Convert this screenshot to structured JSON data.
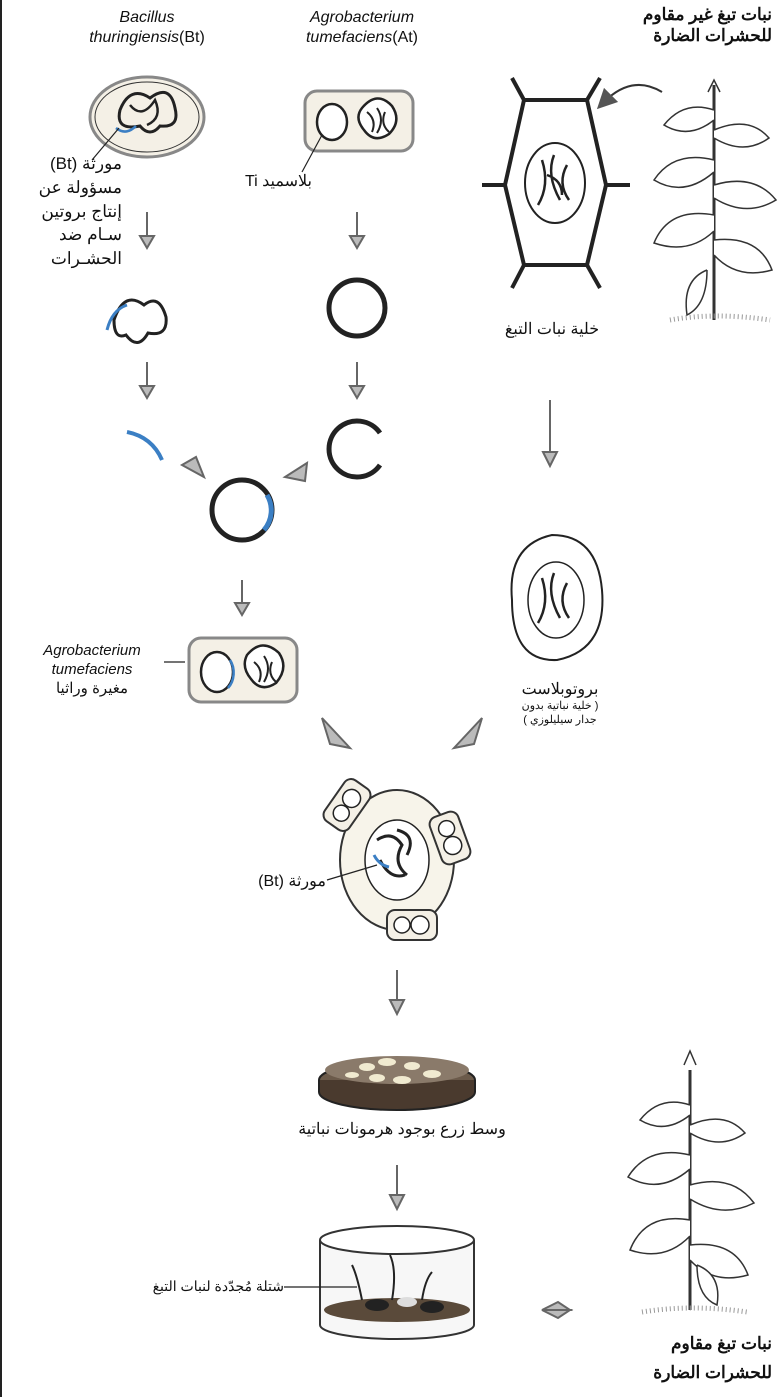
{
  "labels": {
    "bt_name_italic": "Bacillus",
    "bt_name_italic2": "thuringiensis",
    "bt_abbr": "(Bt)",
    "at_name_italic": "Agrobacterium",
    "at_name_italic2": "tumefaciens",
    "at_abbr": "(At)",
    "plant_top_line1": "نبات تبغ غير مقاوم",
    "plant_top_line2": "للحشرات الضارة",
    "bt_gene_line1": "مورثة (Bt)",
    "bt_gene_line2": "مسؤولة عن",
    "bt_gene_line3": "إنتاج بروتين",
    "bt_gene_line4": "سـام ضد",
    "bt_gene_line5": "الحشـرات",
    "ti_plasmid": "بلاسميد Ti",
    "tobacco_cell": "خلية نبات التبغ",
    "protoplast": "بروتوبلاست",
    "protoplast_note1": "( خلية نباتية بدون",
    "protoplast_note2": "جدار سيليلوزي )",
    "modified_at_line1": "Agrobacterium",
    "modified_at_line2": "tumefaciens",
    "modified_at_line3": "مغيرة وراثيا",
    "bt_gene_fusion": "مورثة (Bt)",
    "culture_medium": "وسط زرع بوجود هرمونات نباتية",
    "regenerated_seedling": "شتلة مُجدّدة لنبات التبغ",
    "plant_bottom_line1": "نبات تبغ مقاوم",
    "plant_bottom_line2": "للحشرات الضارة"
  },
  "colors": {
    "ink": "#1a1a1a",
    "gene": "#3b7fc4",
    "frame": "#8a8a8a",
    "dish": "#5a4a3a"
  }
}
